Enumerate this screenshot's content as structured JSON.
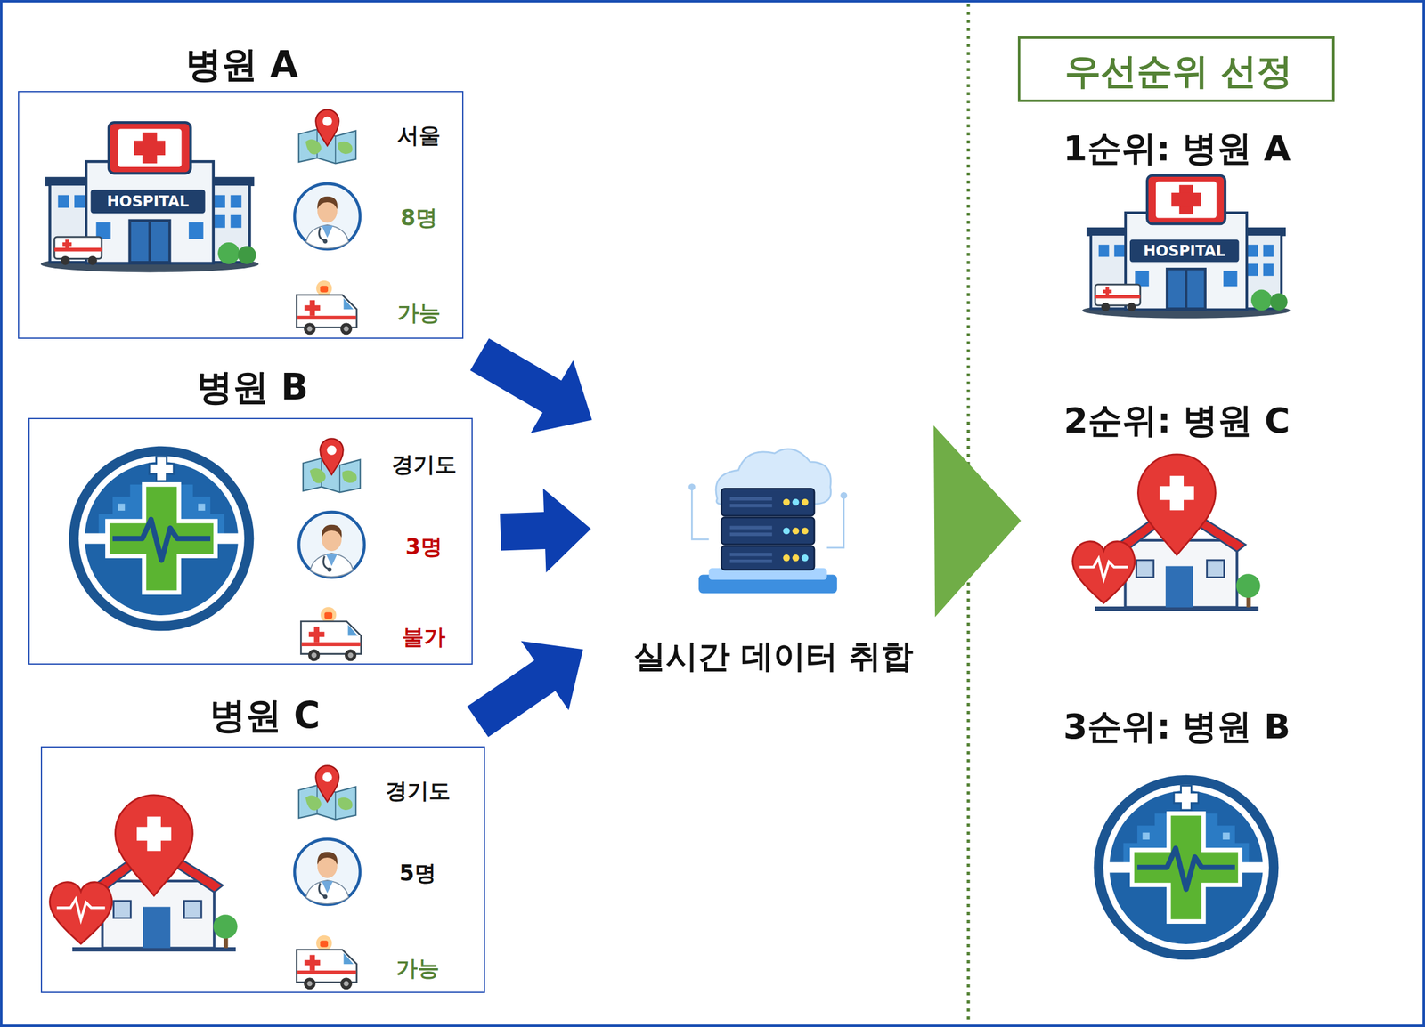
{
  "diagram": {
    "nodes": [
      {
        "text": [
          "병원 A",
          "서울",
          "8명",
          "가능"
        ]
      },
      {
        "text": [
          "병원 B",
          "경기도",
          "3명",
          "불가"
        ]
      },
      {
        "text": [
          "병원 C",
          "경기도",
          "5명",
          "가능"
        ]
      },
      {
        "text": [
          "실시간 데이터 취합"
        ]
      },
      {
        "text": [
          "1순위: 병원 A",
          "2순위: 병원 C",
          "3순위: 병원 B"
        ]
      },
      {
        "text": [
          "우선순위 선정"
        ],
        "in": 4
      }
    ],
    "edges": [
      {
        "from": 0,
        "to": 3,
        "arrow": "to"
      },
      {
        "from": 1,
        "to": 3,
        "arrow": "to"
      },
      {
        "from": 2,
        "to": 3,
        "arrow": "to"
      },
      {
        "from": 3,
        "to": 4,
        "arrow": "to"
      }
    ],
    "labels": [
      "HOSPITAL",
      "HOSPITAL"
    ]
  }
}
